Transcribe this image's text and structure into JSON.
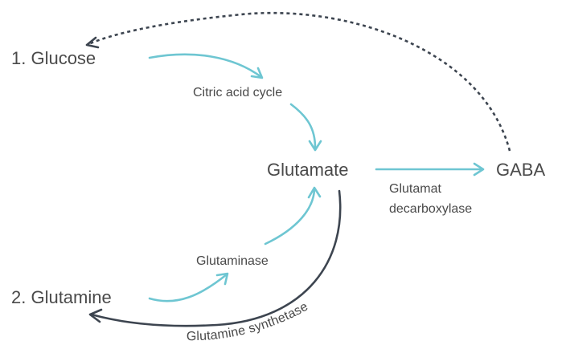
{
  "nodes": {
    "glucose": "1. Glucose",
    "glutamine": "2. Glutamine",
    "glutamate": "Glutamate",
    "gaba": "GABA",
    "citric_acid_cycle": "Citric acid cycle",
    "glutaminase": "Glutaminase",
    "glutamat_decarboxylase_line1": "Glutamat",
    "glutamat_decarboxylase_line2": "decarboxylase",
    "glutamine_synthetase": "Glutamine synthetase"
  },
  "colors": {
    "text": "#4a4a4a",
    "accent": "#6ec6d2",
    "dark_edge": "#3d4550"
  }
}
